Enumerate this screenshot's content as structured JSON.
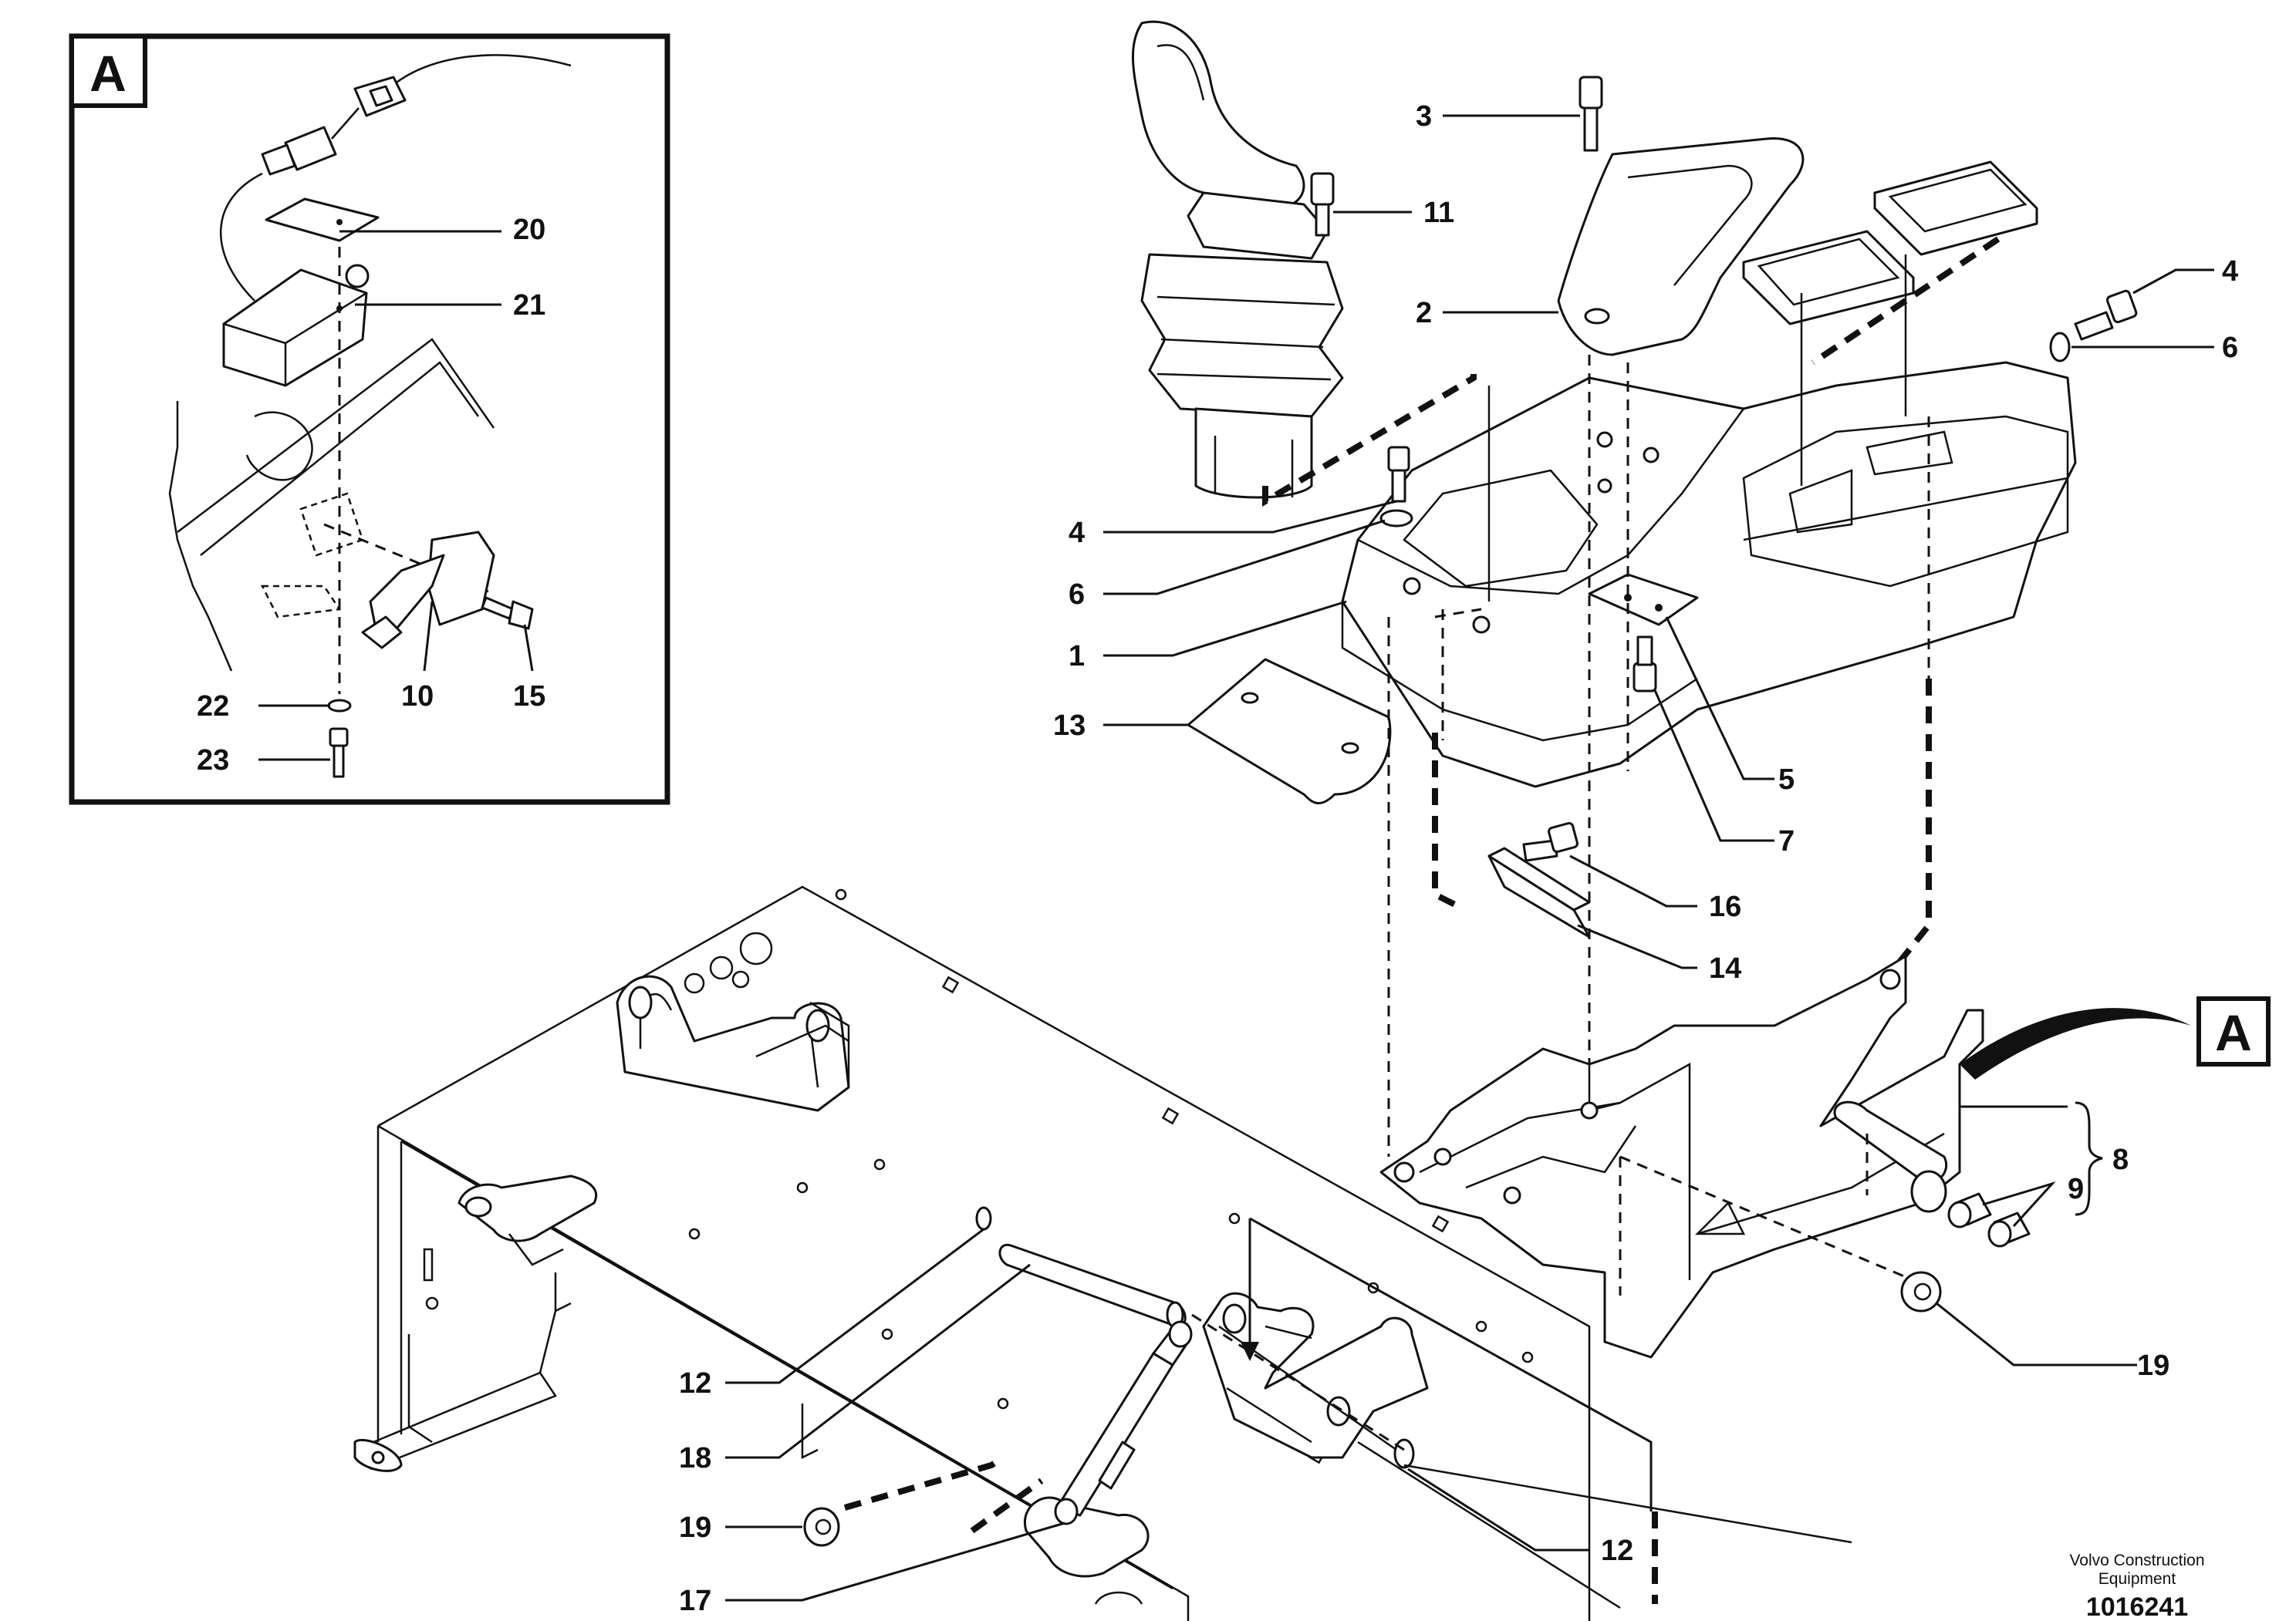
{
  "detail": {
    "letter": "A",
    "callout_letter": "A"
  },
  "labels": {
    "l1": "1",
    "l2": "2",
    "l3": "3",
    "l4a": "4",
    "l4b": "4",
    "l5": "5",
    "l6a": "6",
    "l6b": "6",
    "l7": "7",
    "l8": "8",
    "l9": "9",
    "l10": "10",
    "l11": "11",
    "l12a": "12",
    "l12b": "12",
    "l13": "13",
    "l14": "14",
    "l15": "15",
    "l16": "16",
    "l17": "17",
    "l18": "18",
    "l19a": "19",
    "l19b": "19",
    "l20": "20",
    "l21": "21",
    "l22": "22",
    "l23": "23"
  },
  "footer": {
    "maker_line1": "Volvo Construction",
    "maker_line2": "Equipment",
    "drawing_number": "1016241"
  }
}
